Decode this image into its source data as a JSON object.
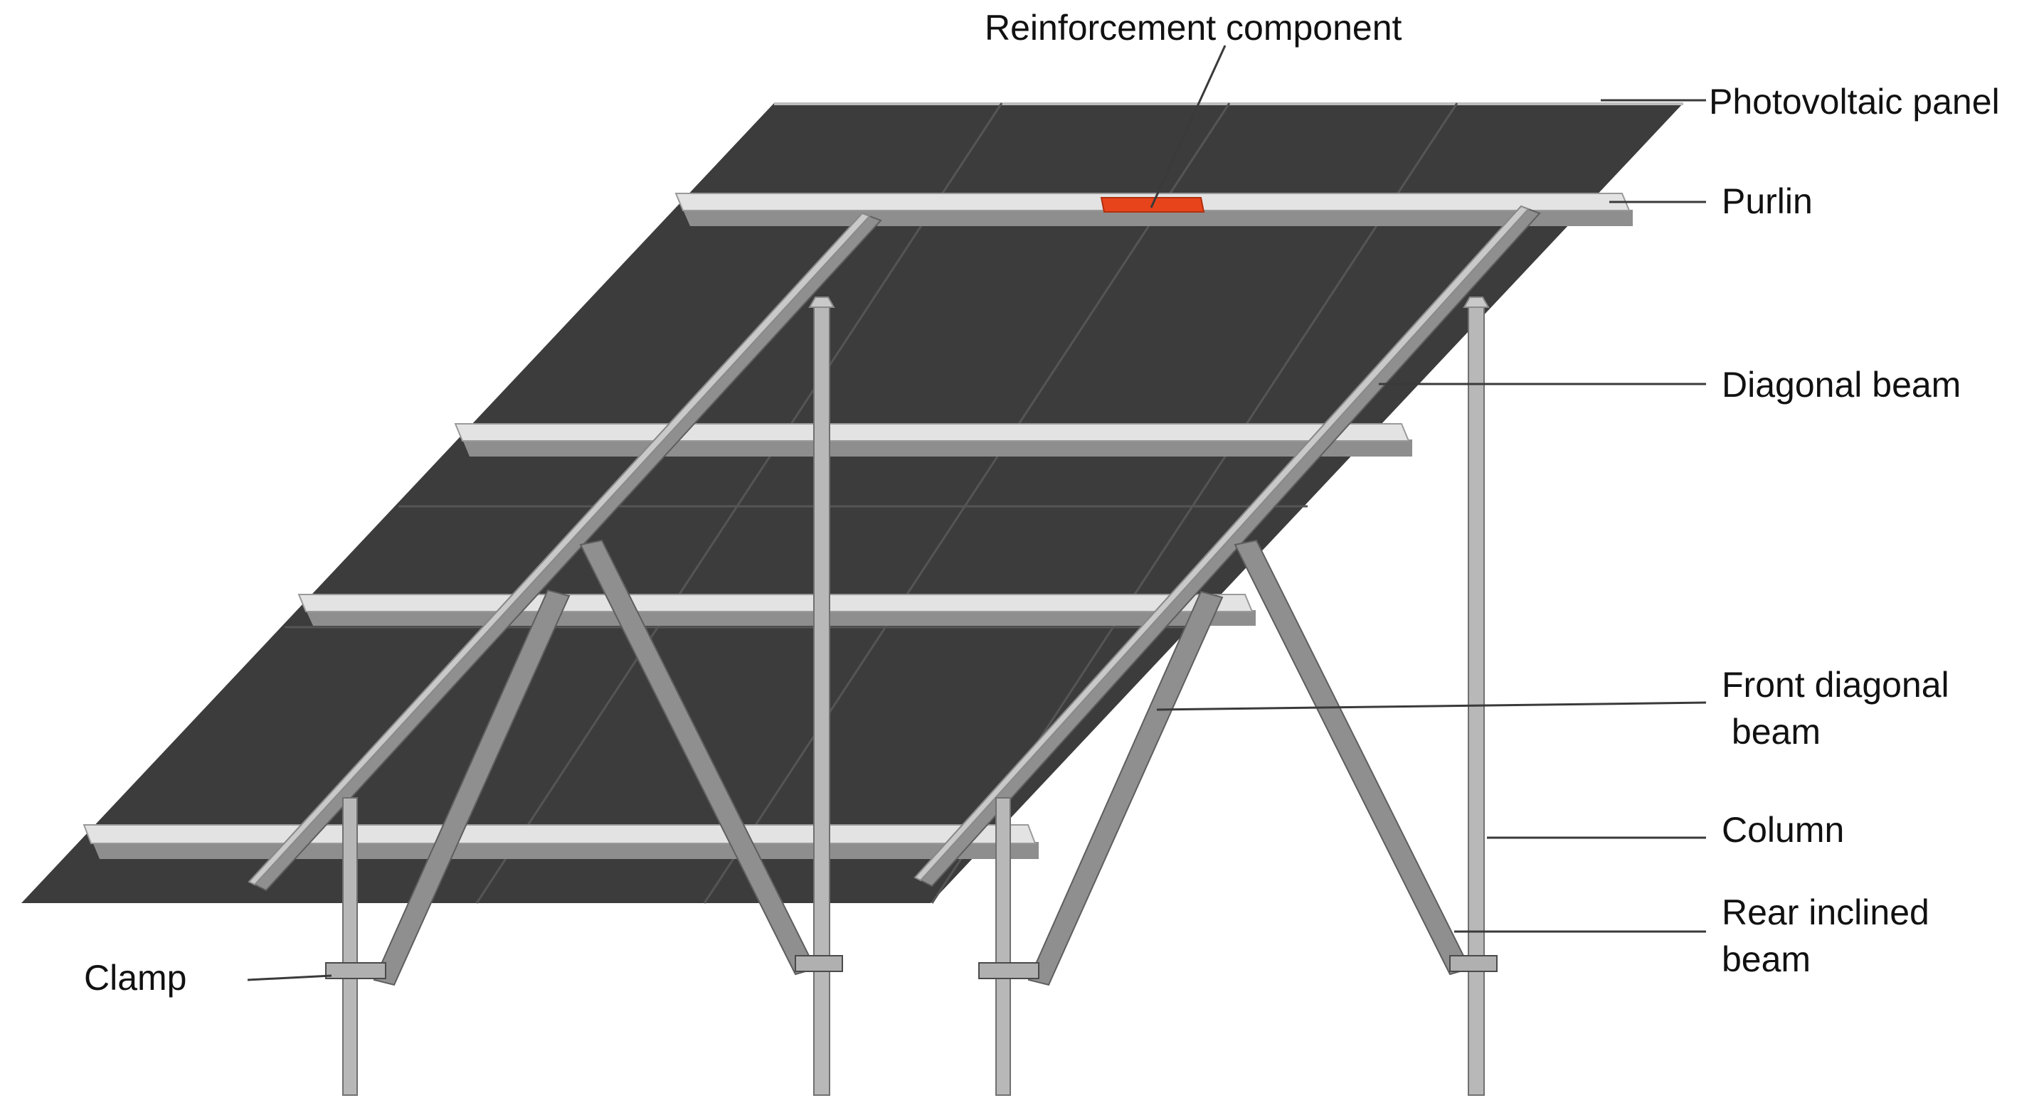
{
  "labels": {
    "reinforcement_component": "Reinforcement component",
    "photovoltaic_panel": "Photovoltaic panel",
    "purlin": "Purlin",
    "diagonal_beam": "Diagonal beam",
    "front_diagonal_beam_line1": "Front diagonal",
    "front_diagonal_beam_line2": " beam",
    "column": "Column",
    "rear_inclined_beam_line1": "Rear inclined",
    "rear_inclined_beam_line2": "beam",
    "clamp": "Clamp"
  },
  "colors": {
    "panel": "#3c3c3c",
    "steel": "#8f8f8f",
    "purlin": "#e3e3e3",
    "reinforcement": "#e8441c",
    "leader": "#3a3a3a"
  }
}
